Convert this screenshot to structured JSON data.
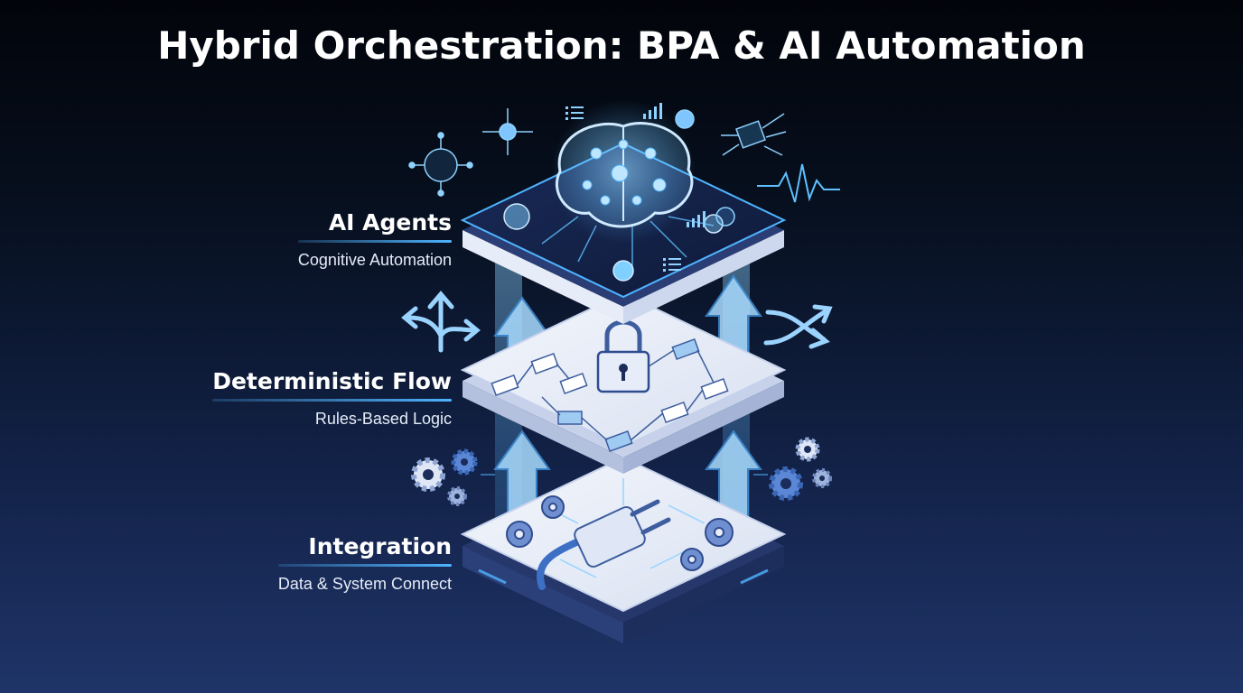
{
  "title": "Hybrid Orchestration: BPA & AI Automation",
  "layers": [
    {
      "name": "AI Agents",
      "subtitle": "Cognitive Automation"
    },
    {
      "name": "Deterministic Flow",
      "subtitle": "Rules-Based Logic"
    },
    {
      "name": "Integration",
      "subtitle": "Data & System Connect"
    }
  ],
  "colors": {
    "accent": "#4fb4ff",
    "platform_light": "#e8edf8",
    "platform_dark": "#1c2c5a",
    "node_glow": "#7fd0ff"
  },
  "icons": {
    "top_layer": "brain-network-icon",
    "middle_layer": "padlock-icon",
    "bottom_layer": "power-plug-icon"
  }
}
